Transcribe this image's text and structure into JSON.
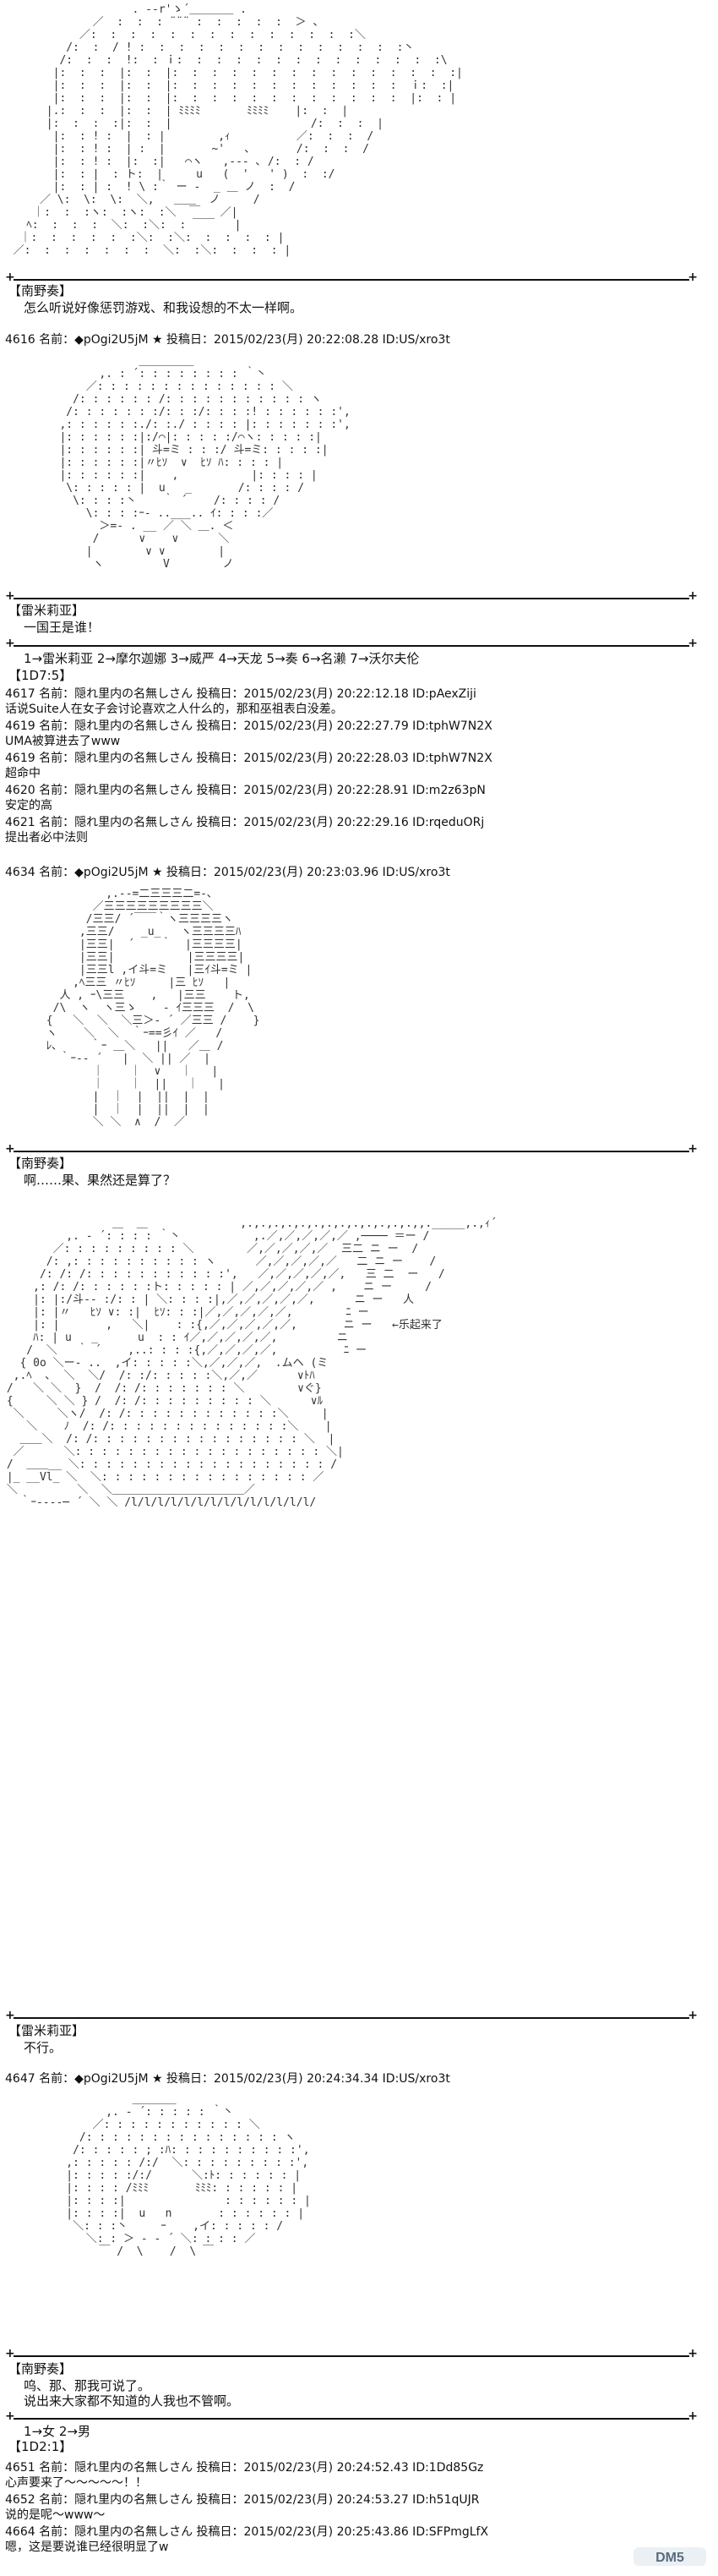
{
  "separator": {
    "left": "+",
    "right": "+"
  },
  "sections": [
    {
      "art": "                    . -‐r'ゝ´＿＿＿＿ .\n              ／  :  :  : ¨¨¨ :  :  :  :  :  ＞ 、\n            ／:  :  :  :  :  :  :  :  :  :  :  :  :  :＼\n          /:  :  / ! :  :  :  :  :  :  :  :  :  :  :  :  :  :丶\n         /:  :  :  !:  : ｉ:  :  :  :  :  :  :  :  :  :  :  :  :  :\\\n        |:  :  :  |:  :  |:  :  :  :  :  :  :  :  :  :  :  :  :  :  :|\n        |:  :  :  |:  :  |:  :  :  :  :  :  :  :  :  :  :  :  ｉ:  :|\n        |:  :  :  |:  :  |:  :  :  :  :  :  :  :  :  :  :  :  |:  : |\n       |.:  :  :  |:  :  | ﾐﾐﾐﾐ       ﾐﾐﾐﾐ    |:  :  |\n       |:  :  :  :|:  :  |                     /:  :  :  |\n        |:  : ! :  |  : |        ,ｨ          ／:  :  :  / \n        |:  : ! :  | :  |       ~'   ､       /:  :  :  /\n        |:  : ! :  |:  :|   ⌒ヽ   ,-‐- ､ /:  : /\n        |:  : |  : ト:  |     u   (  '   ' )  :  :/\n        |:  : | :  ! \\ :｀ ー -  _ ＿ ノ  :  /\n      ／ \\:  \\:  \\:  ＼,   ＿＿  ノ     /\n     ｜:  :  :ヽ:  :ヽ:  :＼  ￣   ／|\n    ﾍ:  :  :  :  ＼:  :＼:  : ￣￣   |\n   ｜:  :  :  :  :  :＼:  :＼:  :  :  :  : |\n  ／:  :  :  :  :  :  :  ＼:  :＼:  :  :  : |\n",
      "speaker": "【南野奏】",
      "lines": [
        "怎么听说好像惩罚游戏、和我设想的不太一样啊。"
      ]
    },
    {
      "post": "4616 名前：◆pOgi2U5jM ★ 投稿日：2015/02/23(月) 20:22:08.28 ID:US/xro3t",
      "art": "                     ＿＿＿＿＿\n               ,. : ´: : : : : : : : ｀丶\n             ／: : : : : : : : : : : : : : ＼\n           /: : : : : : /: : : : : : : : : : : ヽ\n          /: : : : : : :/: : :/: : : :! : : : : : :',\n         ,: : : : : :./: :./ : : : : |: : : : : : :',\n         |: : : : : :|:/⌒|: : : : :/⌒ヽ: : : : :|\n         |: : : : : :| 斗=ミ : : :/ 斗=ミ: : : : :|\n         |: : : : : :|〃ﾋｿ  ∨  ﾋｿ ﾊ: : : : |\n         |: : : : : :|    ,           |: : : : |\n          \\: : : : : |  u   _       /: : : : /\n           \\: : : :丶    ｀ ´    /: : : : /\n             \\: : : :ｰ- ..___.. ｲ: : : :／\n               ＞=‐ . __ ／ ＼ ＿. ＜\n              /      ∨    ∨      ＼\n             |        ∨ ∨        |\n              ヽ         V        ノ\n",
      "speaker": "【雷米莉亚】",
      "lines": [
        "一国王是谁！"
      ],
      "info": "【1D7:5】",
      "choices": "1→雷米莉亚  2→摩尔迦娜  3→威严  4→天龙  5→奏  6→名濑  7→沃尔夫伦",
      "replies": [
        {
          "head": "4617 名前：隠れ里内の名無しさん 投稿日：2015/02/23(月) 20:22:12.18 ID:pAexZiji",
          "text": "话说Suite人在女子会讨论喜欢之人什么的，那和巫祖表白没差。"
        },
        {
          "head": "4619 名前：隠れ里内の名無しさん 投稿日：2015/02/23(月) 20:22:27.79 ID:tphW7N2X",
          "text": "UMA被算进去了www"
        },
        {
          "head": "4619 名前：隠れ里内の名無しさん 投稿日：2015/02/23(月) 20:22:28.03 ID:tphW7N2X",
          "text": "超命中"
        },
        {
          "head": "4620 名前：隠れ里内の名無しさん 投稿日：2015/02/23(月) 20:22:28.91 ID:m2z63pN",
          "text": "安定的高"
        },
        {
          "head": "4621 名前：隠れ里内の名無しさん 投稿日：2015/02/23(月) 20:22:29.16 ID:rqeduORj",
          "text": "提出者必中法则"
        }
      ]
    },
    {
      "post": "4634 名前：◆pOgi2U5jM ★ 投稿日：2015/02/23(月) 20:23:03.96 ID:US/xro3t",
      "art": "                ,.-‐=二三三三二=-､\n              ／三三三三三三三三三＼\n             /三三/ ´￣￣｀ヽ三三三三ヽ\n            ,三三/    _u_   ヽ三三三三ﾊ\n            |三三|  ´    ｀  |三三三三|\n            |三三|           |三三三三|\n            |三三l ,イ斗=ミ   |三ｲ斗=ミ |\n           ,ﾍ三三 〃ﾋｿ     |三 ﾋｿ   |\n         人 , ｰ\\三三    ,   |三三    ト,\n        /\\  ヽ  ヽ三ゝ    ‐ ｲ三三三  /  \\\n       {   ＼  ＼  ＼三＞‐ ´ ／三三 /    }\n       ヽ    ＼  ＼  ｀ｰ==彡ｲ ／   /\n       ﾚ､     ｀ｰ ＿＼   ||   ／＿ /\n         ｀ｰ-‐ ´   |  ＼ || ／  |\n              ｜    ｜  ∨   ｜   |\n              ｜    ｜  ||   ｜   |\n              |  ｜  |  ||  |  |\n              |  ｜  |  ||  |  |\n              ＼ ＼  ∧  /  ／\n",
      "speaker": "【南野奏】",
      "lines": [
        "啊……果、果然还是算了？"
      ]
    },
    {
      "art": "                 ＿  ＿              ,.,.,.,.,.,.,.,.,.,.,.,.,.,,._____,.,ｨ´\n          ,. ‐ ´: : : : ｀丶           ,.／,／,／,／,／ ,──── ＝ー /\n        ／: : : : : : : : : ＼        ／,／,／,／,／  三二 ニ ー  /\n       /: ,: : : : : : : : : : ヽ      ／,／,／,／,／   二 ニ ー    /\n      /: /: /: : : : : : : : : : :',   ／,／,／,／,／,   三 二  ー   /\n     ,: /: /: : : : : :ト: : : : : | ／,／,／,／,／ ,    ニ ー     /\n     |: |:/斗‐- :/: : | ＼: : : :|,／,／,／,／,／,      ニ ー   人\n     |: |〃   ﾋｿ ∨: :|  ﾋｿ: : :|／,／,／,／,／,        ﾆ ー\n     |: |       ,   ＼|    : :{,／,／,／,／,／,       ニ ー   ←乐起来了\n     ﾊ: | u   _      u  : : ｲ／,／,／,／,／,         ニ\n    /  ＼   ｀ ´    ,..: : : :{,／,／,／,／,          ﾆ ー\n   { 0o ＼ー- ..  ,イ: : : : :＼,／,／,／,  .ムヘ (ミ\n  ,.ﾍ  ､  ＼  ＼/  /: :/: : : : :＼,／,／      ∨ﾄﾊ\n /   ＼ ＼  }  /  /: /: : : : : : : ＼        ∨ぐ}\n {     ＼ ＼ } /  /: /: : : : : : : : : ＼      ∨ﾙ\n  ＼     ＼ヽ/  /: /: : : : : : : : : : : :＼     |\n    ＼    ﾉ  /: /: : : : : : : : : : : : : :＼    |\n   ＿＿＼  /: /: : : : : : : : : : : : : : : : ＼  |\n  ／      ＼: : : : : : : : : : : : : : : : : : : ＼|\n /  ＿＿__ ＼: : : : : : : : : : : : : : : : : : : /\n |_ __Vl_ ＼  ＼: : : : : : : : : : : : : : : : ／\n ＼         ＼  ＼＿＿＿＿＿＿＿＿＿＿＿＿／\n   ｀ｰ-‐‐-─ ´ ＼ ＼ /l/l/l/l/l/l/l/l/l/l/l/l/l/l/\n",
      "note": "",
      "speaker": "【雷米莉亚】",
      "lines": [
        "不行。"
      ]
    },
    {
      "post": "4647 名前：◆pOgi2U5jM ★ 投稿日：2015/02/23(月) 20:24:34.34 ID:US/xro3t",
      "art": "                    ＿＿＿＿\n                ,. ‐ ´: : : : : ｀丶\n              ／: : : : : : : : : : : ＼\n            /: : : : : : : : : : : : : : : ヽ\n           /: : : : : ; :ﾊ: : : : : : : : : :',\n          ,: : : : : /:/  ＼: : : : : : : : :',\n          |: : : : :/:/      ＼:ﾄ: : : : : : |\n          |: : : : /ﾐﾐﾐ       ﾐﾐﾐ: : : : : : |\n          |: : : :|               : : : : : : |\n          |: : : :|  u   n       : : : : : : |\n           ＼: : :丶     ｰ    ,イ: : : : : /\n             ＼: : ＞ - ‐ ´ ＼: : : : ／\n               ￣ /  \\    /  \\ ￣\n",
      "speaker": "【南野奏】",
      "lines": [
        "呜、那、那我可说了。",
        "说出来大家都不知道的人我也不管啊。"
      ],
      "choices": "1→女  2→男",
      "info": "【1D2:1】",
      "replies": [
        {
          "head": "4651 名前：隠れ里内の名無しさん 投稿日：2015/02/23(月) 20:24:52.43 ID:1Dd85Gz",
          "text": "心声要来了～～～～～！！"
        },
        {
          "head": "4652 名前：隠れ里内の名無しさん 投稿日：2015/02/23(月) 20:24:53.27 ID:h51qUJR",
          "text": "说的是呢～www～"
        },
        {
          "head": "4664 名前：隠れ里内の名無しさん 投稿日：2015/02/23(月) 20:25:43.86 ID:SFPmgLfX",
          "text": "嗯，这是要说谁已经很明显了w"
        }
      ]
    }
  ],
  "watermark": "DM5"
}
